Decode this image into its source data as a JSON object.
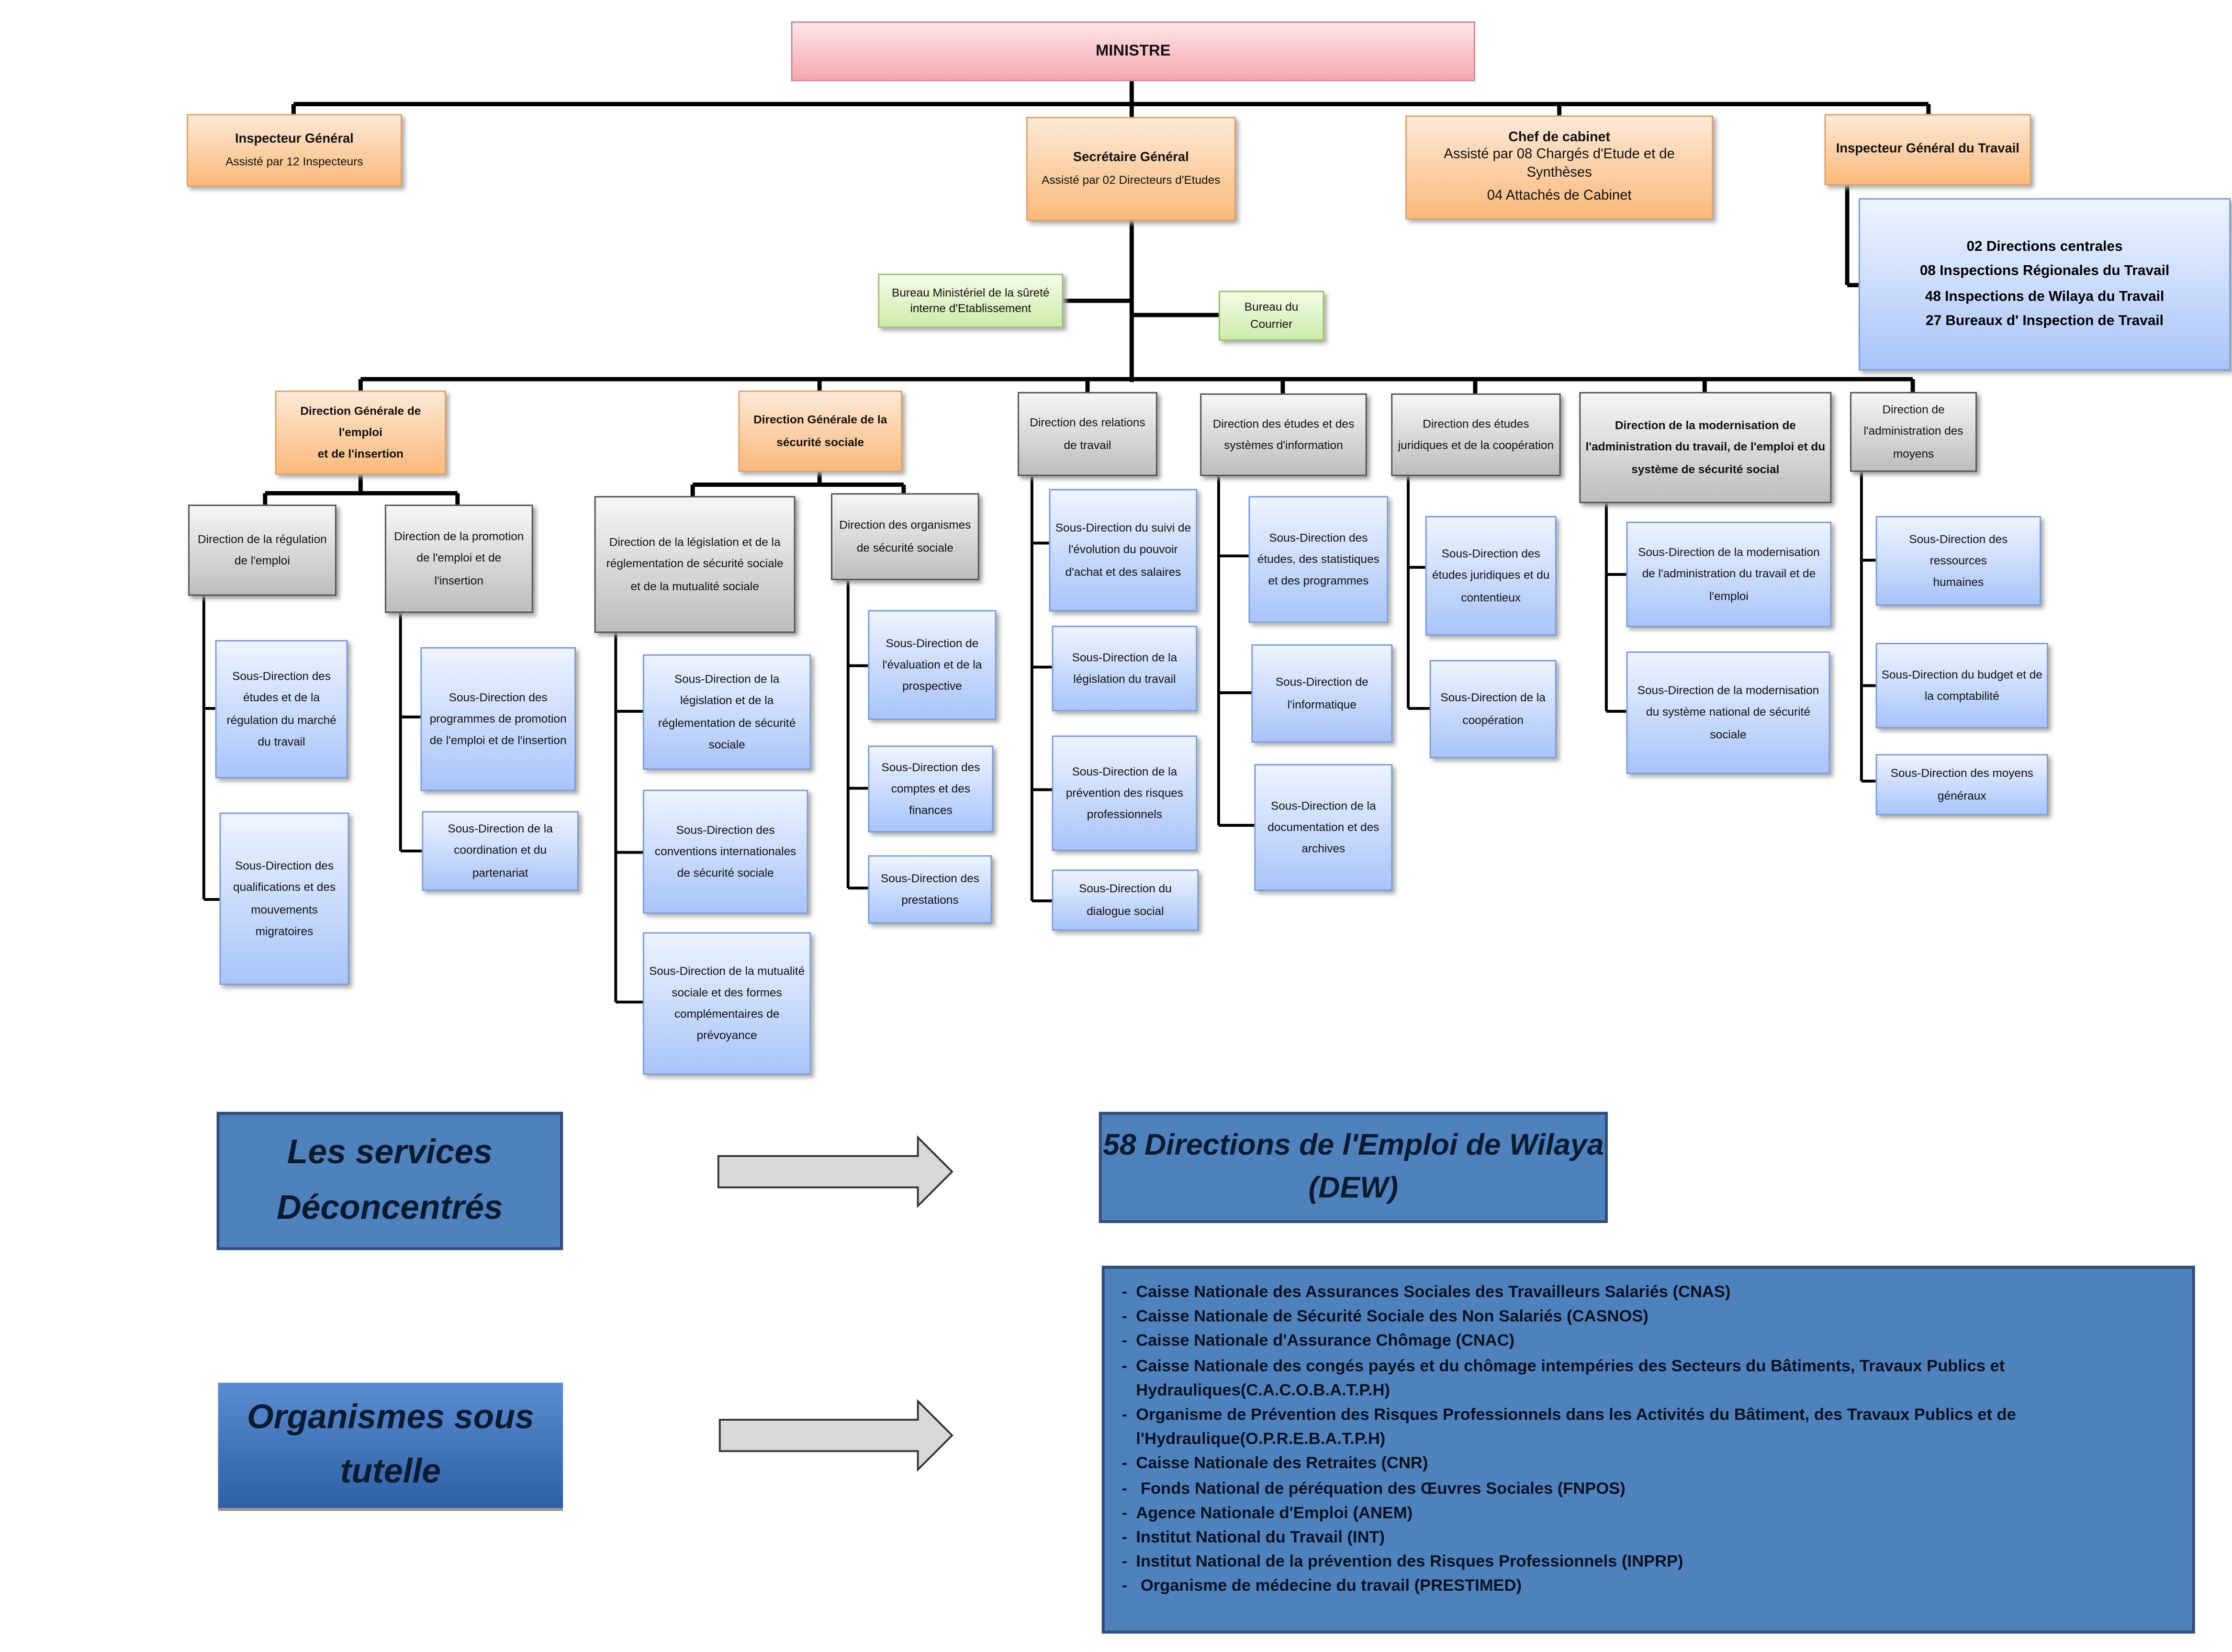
{
  "ministre": "MINISTRE",
  "inspecteur_general": {
    "title": "Inspecteur Général",
    "sub": "Assisté par 12 Inspecteurs"
  },
  "secretaire_general": {
    "title": "Secrétaire Général",
    "sub": "Assisté par 02 Directeurs d'Etudes"
  },
  "chef_cabinet": {
    "title": "Chef de cabinet",
    "sub1": "Assisté par 08 Chargés d'Etude  et de Synthèses",
    "sub2": "04 Attachés de Cabinet"
  },
  "inspecteur_travail": {
    "title": "Inspecteur Général du Travail",
    "items": [
      "02 Directions centrales",
      "08 Inspections Régionales du Travail",
      "48 Inspections de Wilaya du Travail",
      "27 Bureaux d' Inspection de Travail"
    ]
  },
  "bureau_surete": "Bureau Ministériel de la sûreté\ninterne d'Etablissement",
  "bureau_courrier": "Bureau du\nCourrier",
  "dg_emploi": "Direction Générale de l'emploi\net de l'insertion",
  "dg_securite": "Direction Générale de la\nsécurité sociale",
  "d_regulation": "Direction de la régulation\nde l'emploi",
  "d_promotion": "Direction de la promotion\nde l'emploi et de\nl'insertion",
  "d_legislation": "Direction de la législation et de la\nréglementation de sécurité sociale\net de la mutualité sociale",
  "d_organismes": "Direction des organismes\nde sécurité sociale",
  "d_relations": "Direction des relations\nde travail",
  "d_etudes_si": "Direction des études et des\nsystèmes d'information",
  "d_juridiques": "Direction des études\njuridiques et de la coopération",
  "d_modernisation": "Direction de la modernisation de\nl'administration du travail, de l'emploi et du\nsystème de sécurité social",
  "d_administration": "Direction de\nl'administration des\nmoyens",
  "sd_etudes_marche": "Sous-Direction des\nétudes et de la\nrégulation du marché\ndu travail",
  "sd_qualifications": "Sous-Direction des\nqualifications et des\nmouvements\nmigratoires",
  "sd_programmes": "Sous-Direction des\nprogrammes de promotion\nde l'emploi et de l'insertion",
  "sd_coordination": "Sous-Direction de la\ncoordination et du\npartenariat",
  "sd_legislation_ss": "Sous-Direction de la\nlégislation et de la\nréglementation de sécurité\nsociale",
  "sd_conventions": "Sous-Direction des\nconventions internationales\nde sécurité sociale",
  "sd_mutualite": "Sous-Direction de la mutualité\nsociale et des formes\ncomplémentaires de\nprévoyance",
  "sd_evaluation": "Sous-Direction de\nl'évaluation et de la\nprospective",
  "sd_comptes": "Sous-Direction des\ncomptes et des\nfinances",
  "sd_prestations": "Sous-Direction des\nprestations",
  "sd_pouvoir_achat": "Sous-Direction du suivi de\nl'évolution du pouvoir\nd'achat et des salaires",
  "sd_legislation_travail": "Sous-Direction de la\nlégislation du travail",
  "sd_prevention": "Sous-Direction de la\nprévention des risques\nprofessionnels",
  "sd_dialogue": "Sous-Direction du\ndialogue social",
  "sd_etudes_stat": "Sous-Direction des\nétudes, des statistiques\net des programmes",
  "sd_informatique": "Sous-Direction de\nl'informatique",
  "sd_documentation": "Sous-Direction de la\ndocumentation et des\narchives",
  "sd_etudes_jur": "Sous-Direction des\nétudes juridiques et du\ncontentieux",
  "sd_cooperation": "Sous-Direction de la\ncoopération",
  "sd_modern_admin": "Sous-Direction de la modernisation\nde l'administration du travail et de\nl'emploi",
  "sd_modern_systeme": "Sous-Direction de la modernisation\ndu système national de sécurité\nsociale",
  "sd_ressources": "Sous-Direction des ressources\nhumaines",
  "sd_budget": "Sous-Direction du budget et de\nla comptabilité",
  "sd_moyens": "Sous-Direction des moyens\ngénéraux",
  "services_deconcentres": "Les services\nDéconcentrés",
  "dew": "58 Directions de l'Emploi de Wilaya\n(DEW)",
  "organismes_tutelle": "Organismes sous\ntutelle",
  "organismes": [
    "Caisse Nationale des Assurances Sociales des Travailleurs Salariés (CNAS)",
    "Caisse Nationale de Sécurité Sociale des Non Salariés (CASNOS)",
    "Caisse Nationale d'Assurance Chômage (CNAC)",
    "Caisse Nationale des congés payés et du chômage intempéries des Secteurs du Bâtiments, Travaux Publics et Hydrauliques(C.A.C.O.B.A.T.P.H)",
    "Organisme de Prévention des Risques Professionnels dans les Activités du Bâtiment, des Travaux Publics et de l'Hydraulique(O.P.R.E.B.A.T.P.H)",
    "Caisse Nationale des Retraites (CNR)",
    " Fonds National de péréquation des Œuvres Sociales (FNPOS)",
    "Agence Nationale d'Emploi (ANEM)",
    "Institut National du Travail (INT)",
    "Institut National de la prévention des Risques Professionnels (INPRP)",
    " Organisme de médecine du travail (PRESTIMED)"
  ]
}
